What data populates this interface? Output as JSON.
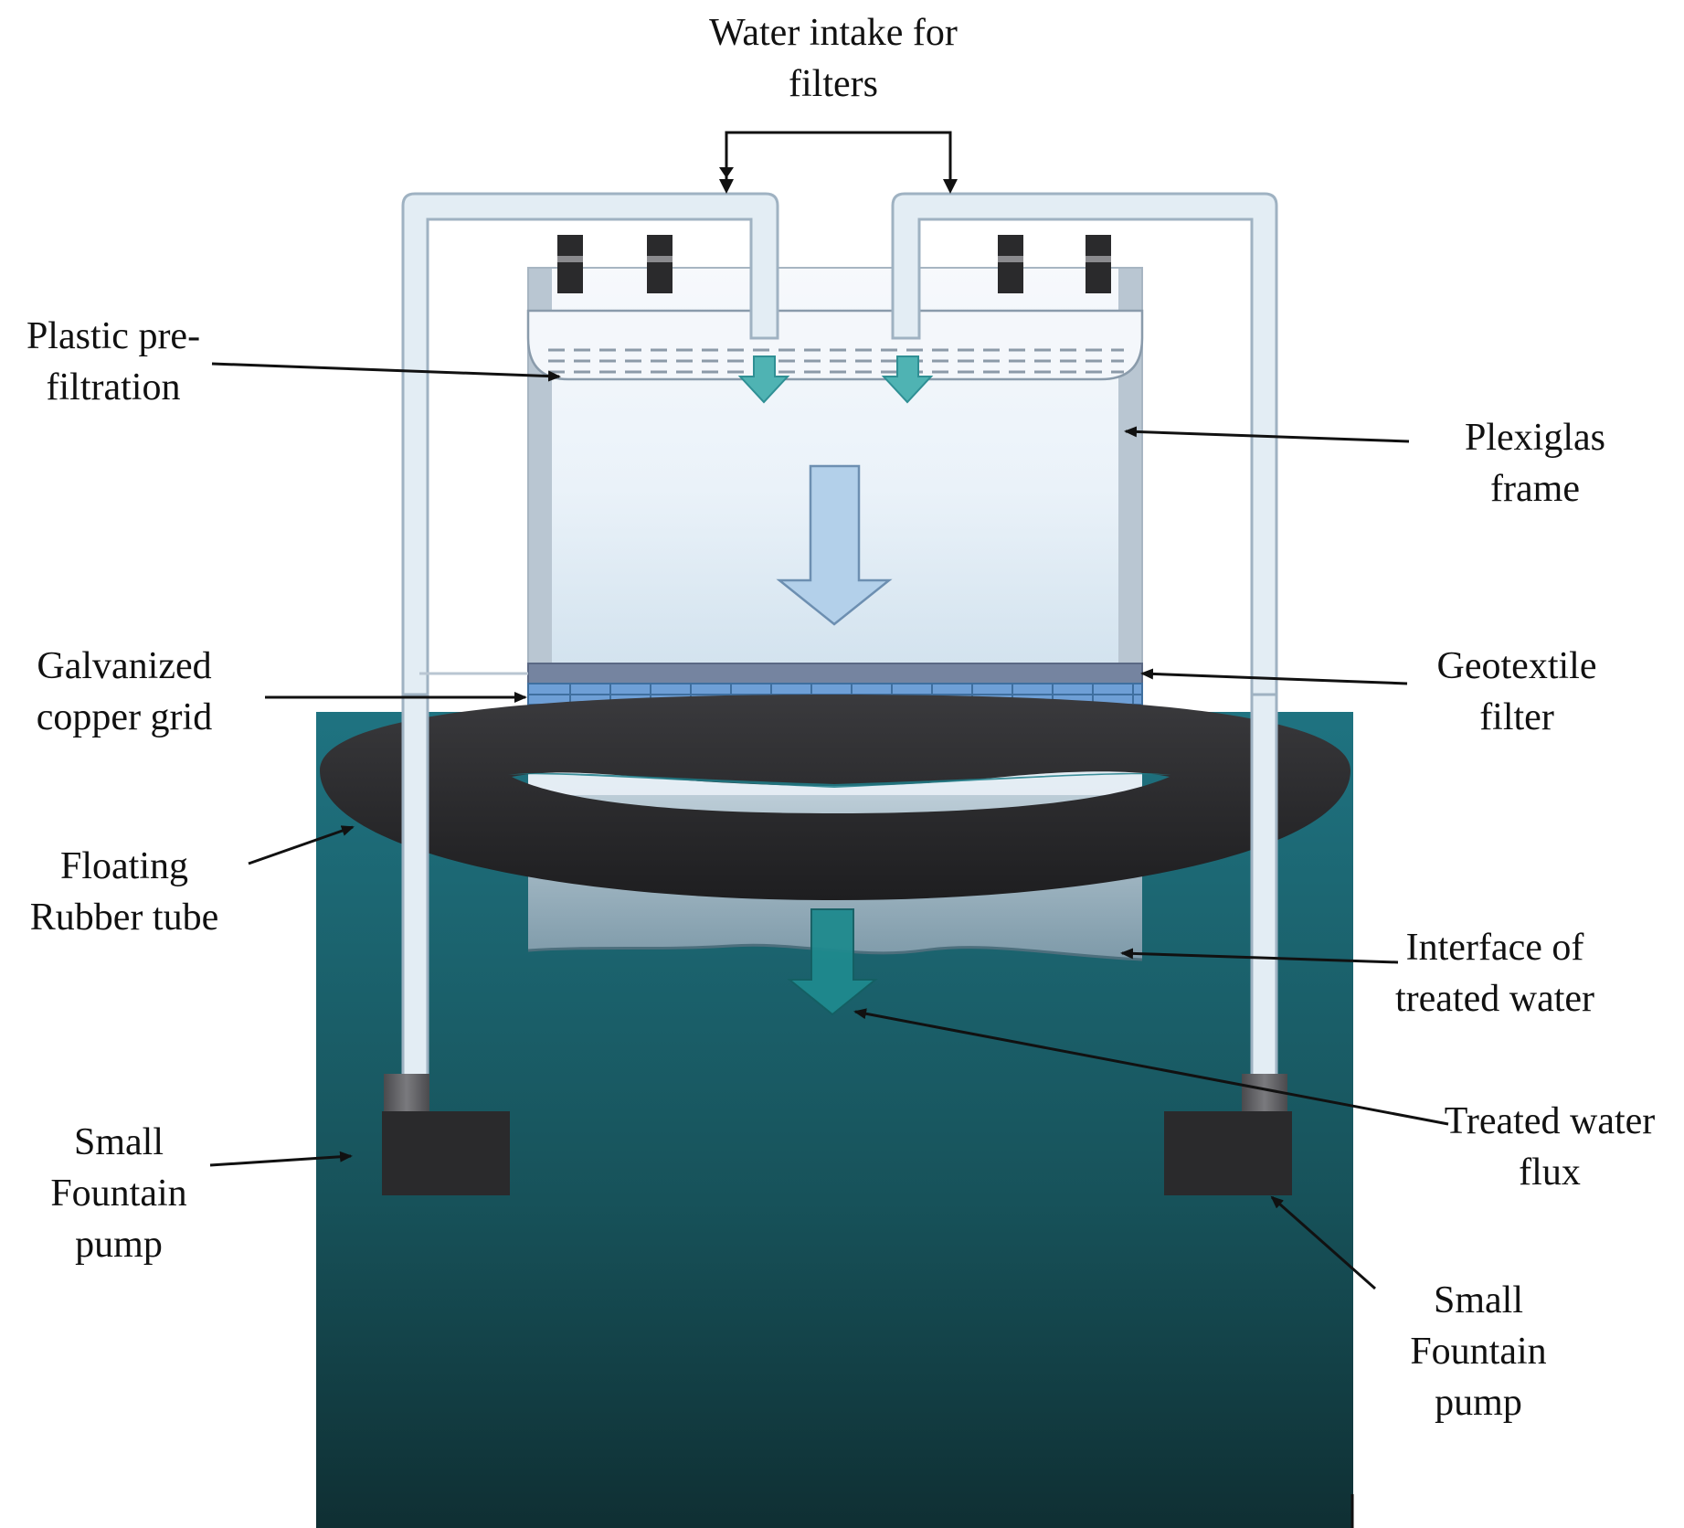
{
  "labels": {
    "water_intake": [
      "Water intake for",
      "filters"
    ],
    "plastic_prefiltration": [
      "Plastic pre-",
      "filtration"
    ],
    "plexiglas_frame": [
      "Plexiglas",
      "frame"
    ],
    "galvanized_grid": [
      "Galvanized",
      "copper grid"
    ],
    "geotextile_filter": [
      "Geotextile",
      "filter"
    ],
    "floating_tube": [
      "Floating",
      "Rubber tube"
    ],
    "interface": [
      "Interface of",
      "treated water"
    ],
    "treated_flux": [
      "Treated water",
      "flux"
    ],
    "pump_left": [
      "Small",
      "Fountain",
      "pump"
    ],
    "pump_right": [
      "Small",
      "Fountain",
      "pump"
    ]
  },
  "colors": {
    "water_top": "#1f7381",
    "water_bottom": "#0f2f33",
    "frame": "#b9c6d2",
    "pipe_fill": "#dde9f1",
    "pipe_stroke": "#9fb2c2",
    "tube": "#2b2b2d",
    "pump": "#2a2a2c",
    "grid": "#6e9fd6",
    "geotextile": "#7584a0",
    "flow_arrow": "#b3d0ea",
    "small_arrow": "#4fb3b3",
    "out_arrow": "#1f8a8e"
  }
}
